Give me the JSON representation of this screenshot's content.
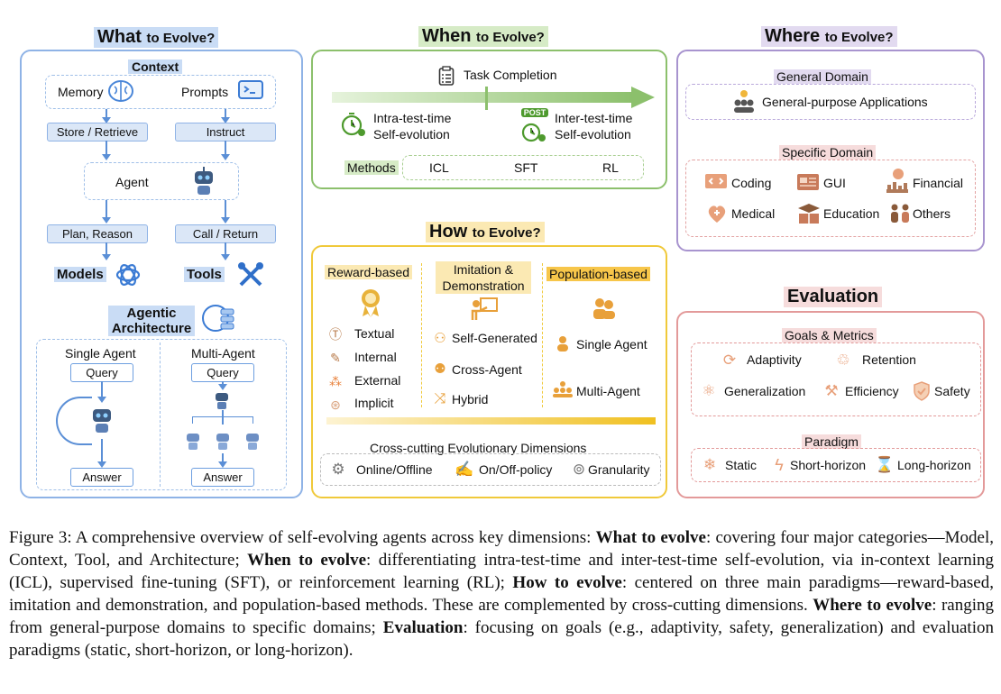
{
  "what": {
    "title_main": "What",
    "title_small": "to Evolve?",
    "context_label": "Context",
    "memory": "Memory",
    "prompts": "Prompts",
    "store_retrieve": "Store / Retrieve",
    "instruct": "Instruct",
    "agent": "Agent",
    "plan_reason": "Plan, Reason",
    "call_return": "Call / Return",
    "models": "Models",
    "tools": "Tools",
    "agentic_architecture": "Agentic Architecture",
    "single_agent": "Single Agent",
    "multi_agent": "Multi-Agent",
    "query": "Query",
    "answer": "Answer"
  },
  "when": {
    "title_main": "When",
    "title_small": "to Evolve?",
    "task_completion": "Task Completion",
    "intra": "Intra-test-time\nSelf-evolution",
    "post_badge": "POST",
    "inter": "Inter-test-time\nSelf-evolution",
    "methods_label": "Methods",
    "methods": [
      "ICL",
      "SFT",
      "RL"
    ]
  },
  "where": {
    "title_main": "Where",
    "title_small": "to Evolve?",
    "general_domain": "General Domain",
    "general_apps": "General-purpose Applications",
    "specific_domain": "Specific Domain",
    "coding": "Coding",
    "gui": "GUI",
    "financial": "Financial",
    "medical": "Medical",
    "education": "Education",
    "others": "Others"
  },
  "how": {
    "title_main": "How",
    "title_small": "to Evolve?",
    "reward_based": "Reward-based",
    "imitation": "Imitation &\nDemonstration",
    "population": "Population-based",
    "textual": "Textual",
    "internal": "Internal",
    "external": "External",
    "implicit": "Implicit",
    "self_generated": "Self-Generated",
    "cross_agent": "Cross-Agent",
    "hybrid": "Hybrid",
    "pop_single": "Single Agent",
    "pop_multi": "Multi-Agent",
    "cross_cutting": "Cross-cutting Evolutionary Dimensions",
    "online_offline": "Online/Offline",
    "on_off_policy": "On/Off-policy",
    "granularity": "Granularity"
  },
  "evaluation": {
    "title": "Evaluation",
    "goals_metrics": "Goals & Metrics",
    "adaptivity": "Adaptivity",
    "retention": "Retention",
    "generalization": "Generalization",
    "efficiency": "Efficiency",
    "safety": "Safety",
    "paradigm": "Paradigm",
    "static": "Static",
    "short_horizon": "Short-horizon",
    "long_horizon": "Long-horizon"
  },
  "caption": {
    "p1": "Figure 3:  A comprehensive overview of self-evolving agents across key dimensions: ",
    "b1": "What to evolve",
    "p2": ": covering four major categories—Model, Context, Tool, and Architecture; ",
    "b2": "When to evolve",
    "p3": ": differentiating intra-test-time and inter-test-time self-evolution, via in-context learning (ICL), supervised fine-tuning (SFT), or reinforcement learning (RL); ",
    "b3": "How to evolve",
    "p4": ": centered on three main paradigms—reward-based, imitation and demonstration, and population-based methods.  These are complemented by cross-cutting dimensions. ",
    "b4": "Where to evolve",
    "p5": ": ranging from general-purpose domains to specific domains; ",
    "b5": "Evaluation",
    "p6": ": focusing on goals (e.g., adaptivity, safety, generalization) and evaluation paradigms (static, short-horizon, or long-horizon)."
  },
  "colors": {
    "what": "#7ea6e0",
    "when": "#8cc06c",
    "where": "#a894cf",
    "how": "#f0c93a",
    "eval": "#e39a9a"
  }
}
